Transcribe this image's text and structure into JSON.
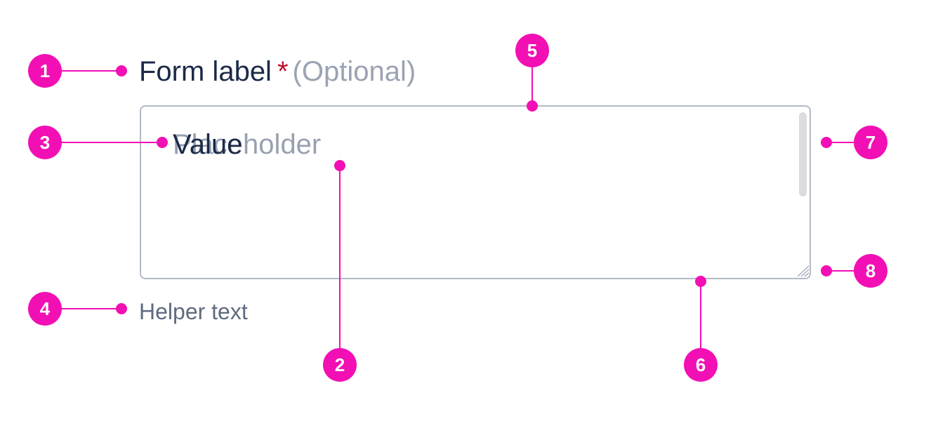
{
  "field": {
    "label": "Form label",
    "required_mark": "*",
    "optional": "(Optional)",
    "placeholder": "Placeholder",
    "value": "Value",
    "helper": "Helper text"
  },
  "annotations": [
    "1",
    "2",
    "3",
    "4",
    "5",
    "6",
    "7",
    "8"
  ],
  "colors": {
    "accent": "#f20fb4",
    "label": "#1b2a47",
    "required": "#c00d2b",
    "muted": "#9aa3b3",
    "helper": "#5f6b7f",
    "border": "#b3bac6",
    "scrollbar": "#dcdcdc"
  }
}
